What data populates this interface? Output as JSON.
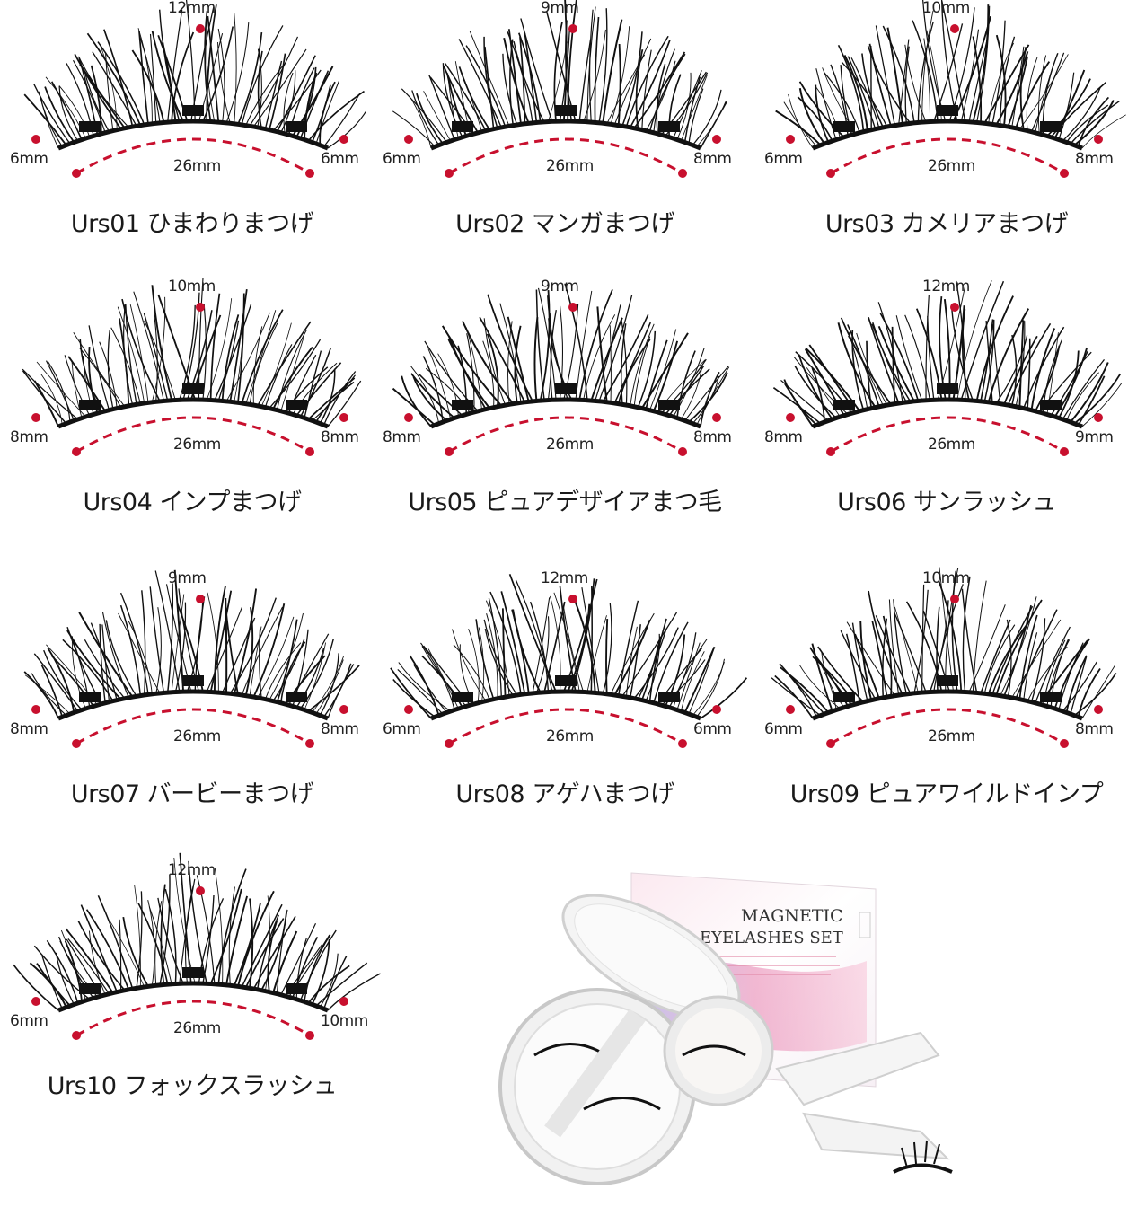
{
  "items": [
    {
      "name": "Urs01 ひまわりまつげ",
      "center": "12mm",
      "left": "6mm",
      "right": "6mm",
      "width": "26mm"
    },
    {
      "name": "Urs02 マンガまつげ",
      "center": "9mm",
      "left": "6mm",
      "right": "8mm",
      "width": "26mm"
    },
    {
      "name": "Urs03 カメリアまつげ",
      "center": "10mm",
      "left": "6mm",
      "right": "8mm",
      "width": "26mm"
    },
    {
      "name": "Urs04 インプまつげ",
      "center": "10mm",
      "left": "8mm",
      "right": "8mm",
      "width": "26mm"
    },
    {
      "name": "Urs05 ピュアデザイアまつ毛",
      "center": "9mm",
      "left": "8mm",
      "right": "8mm",
      "width": "26mm"
    },
    {
      "name": "Urs06 サンラッシュ",
      "center": "12mm",
      "left": "8mm",
      "right": "9mm",
      "width": "26mm"
    },
    {
      "name": "Urs07 バービーまつげ",
      "center": "9mm",
      "left": "8mm",
      "right": "8mm",
      "width": "26mm"
    },
    {
      "name": "Urs08 アゲハまつげ",
      "center": "12mm",
      "left": "6mm",
      "right": "6mm",
      "width": "26mm"
    },
    {
      "name": "Urs09 ピュアワイルドインプ",
      "center": "10mm",
      "left": "6mm",
      "right": "8mm",
      "width": "26mm"
    },
    {
      "name": "Urs10 フォックスラッシュ",
      "center": "12mm",
      "left": "6mm",
      "right": "10mm",
      "width": "26mm"
    }
  ],
  "product": {
    "box_line1": "MAGNETIC",
    "box_line2": "EYELASHES SET"
  },
  "colors": {
    "accent": "#c8102e",
    "lash": "#111111"
  }
}
